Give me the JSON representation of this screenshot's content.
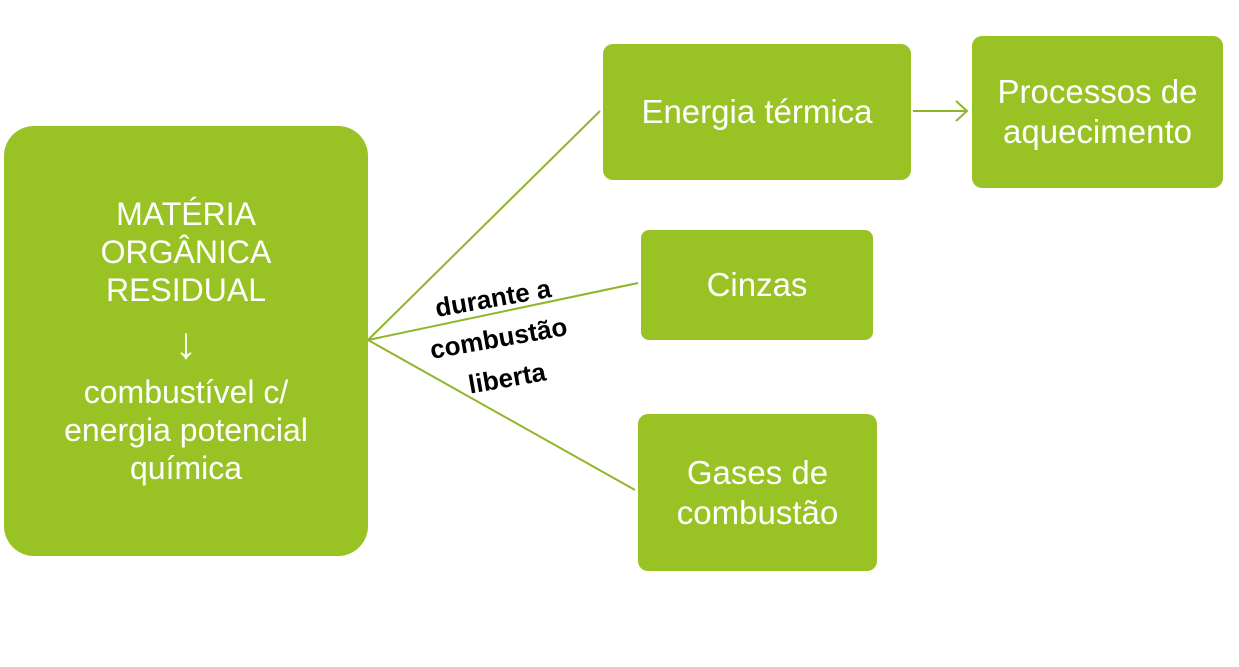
{
  "colors": {
    "node_fill": "#99c324",
    "node_text": "#ffffff",
    "connector": "#8fb62a",
    "label_text": "#000000"
  },
  "source_node": {
    "line1": "MATÉRIA",
    "line2": "ORGÂNICA",
    "line3": "RESIDUAL",
    "arrow_glyph": "↓",
    "sub_line1": "combustível c/",
    "sub_line2": "energia potencial",
    "sub_line3": "química"
  },
  "edge_label": {
    "line1": "durante a",
    "line2": "combustão",
    "line3": "liberta"
  },
  "nodes": {
    "energia": "Energia térmica",
    "processos_line1": "Processos de",
    "processos_line2": "aquecimento",
    "cinzas": "Cinzas",
    "gases_line1": "Gases de",
    "gases_line2": "combustão"
  }
}
